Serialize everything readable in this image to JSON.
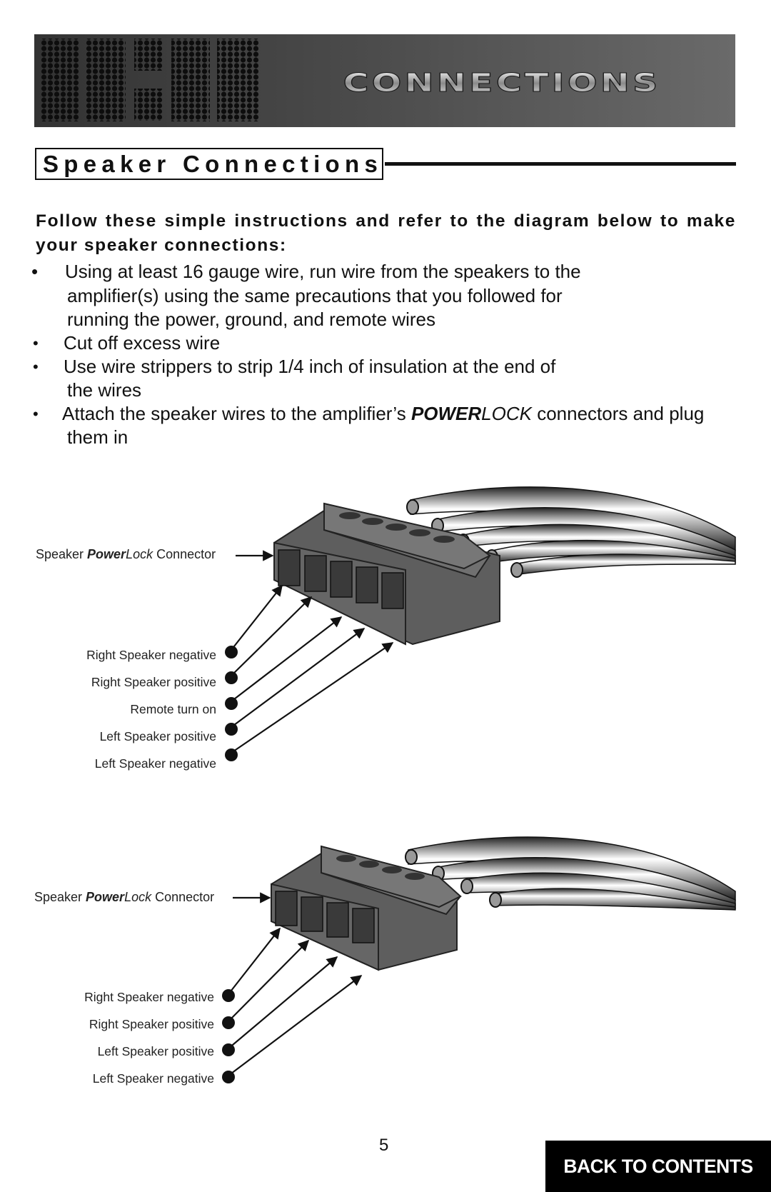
{
  "header": {
    "banner_title": "CONNECTIONS"
  },
  "section": {
    "title": "Speaker Connections"
  },
  "intro": "Follow these simple instructions and refer to the diagram below to make your speaker connections:",
  "instructions": {
    "b1": [
      "Using at least 16 gauge wire, run wire from the speakers to the",
      "amplifier(s) using the same precautions that you followed for",
      "running the power, ground, and remote wires"
    ],
    "b2": [
      "Cut off excess wire"
    ],
    "b3": [
      "Use wire strippers to strip 1/4 inch of insulation at the end of",
      "the wires"
    ],
    "b4": {
      "before": "Attach the speaker wires to the amplifier’s ",
      "brand_bold": "POWER",
      "brand_italic": "LOCK",
      "after": " connectors and plug",
      "line2": "them in"
    }
  },
  "diagram1": {
    "connector_label": {
      "prefix": "Speaker ",
      "brand_bold": "Power",
      "brand_italic": "Lock",
      "suffix": " Connector"
    },
    "pins": [
      "Right Speaker negative",
      "Right Speaker positive",
      "Remote turn on",
      "Left Speaker positive",
      "Left Speaker negative"
    ]
  },
  "diagram2": {
    "connector_label": {
      "prefix": "Speaker ",
      "brand_bold": "Power",
      "brand_italic": "Lock",
      "suffix": " Connector"
    },
    "pins": [
      "Right Speaker negative",
      "Right Speaker positive",
      "Left Speaker positive",
      "Left Speaker negative"
    ]
  },
  "footer": {
    "page_number": "5",
    "back_button": "BACK TO CONTENTS"
  },
  "colors": {
    "banner_dark": "#2e2e2e",
    "connector_gray": "#6a6a6a",
    "button_bg": "#000000",
    "button_text": "#ffffff"
  }
}
